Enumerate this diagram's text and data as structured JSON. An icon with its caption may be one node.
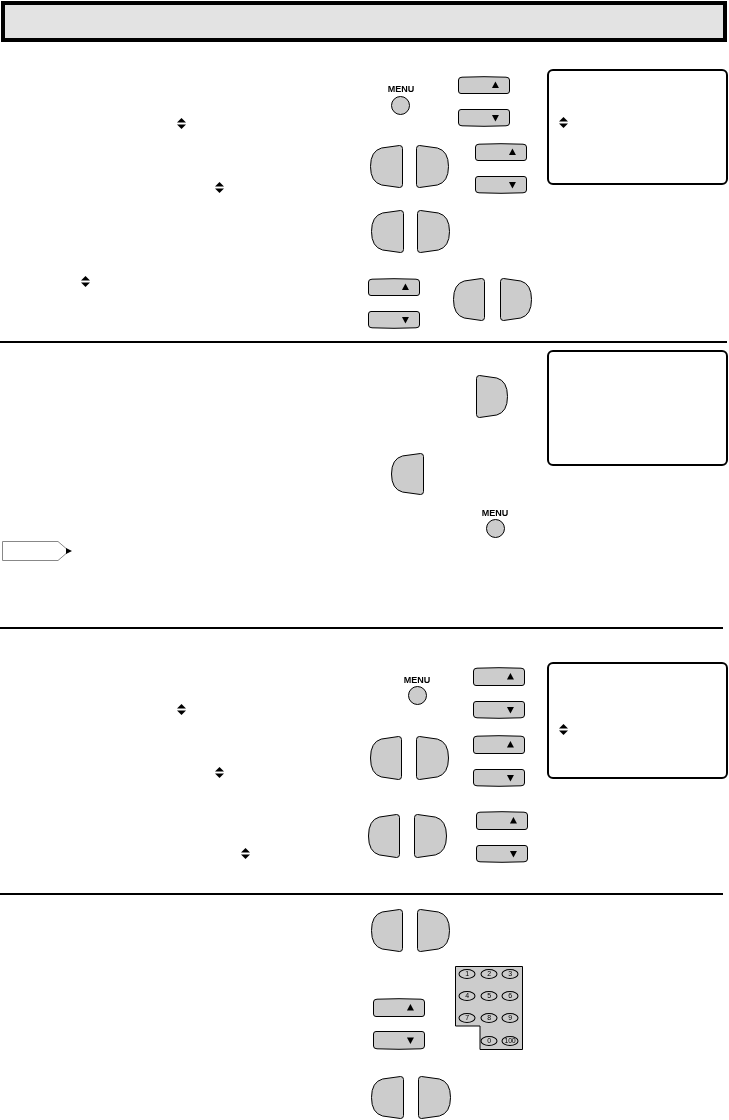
{
  "diagram": {
    "nodes": [
      {
        "text": [],
        "shape": "box"
      },
      {
        "text": [],
        "shape": "box"
      },
      {
        "text": [],
        "shape": "box"
      }
    ],
    "labels": [
      "MENU",
      "MENU",
      "MENU",
      "1",
      "2",
      "3",
      "4",
      "5",
      "6",
      "7",
      "8",
      "9",
      "0",
      "100"
    ]
  }
}
